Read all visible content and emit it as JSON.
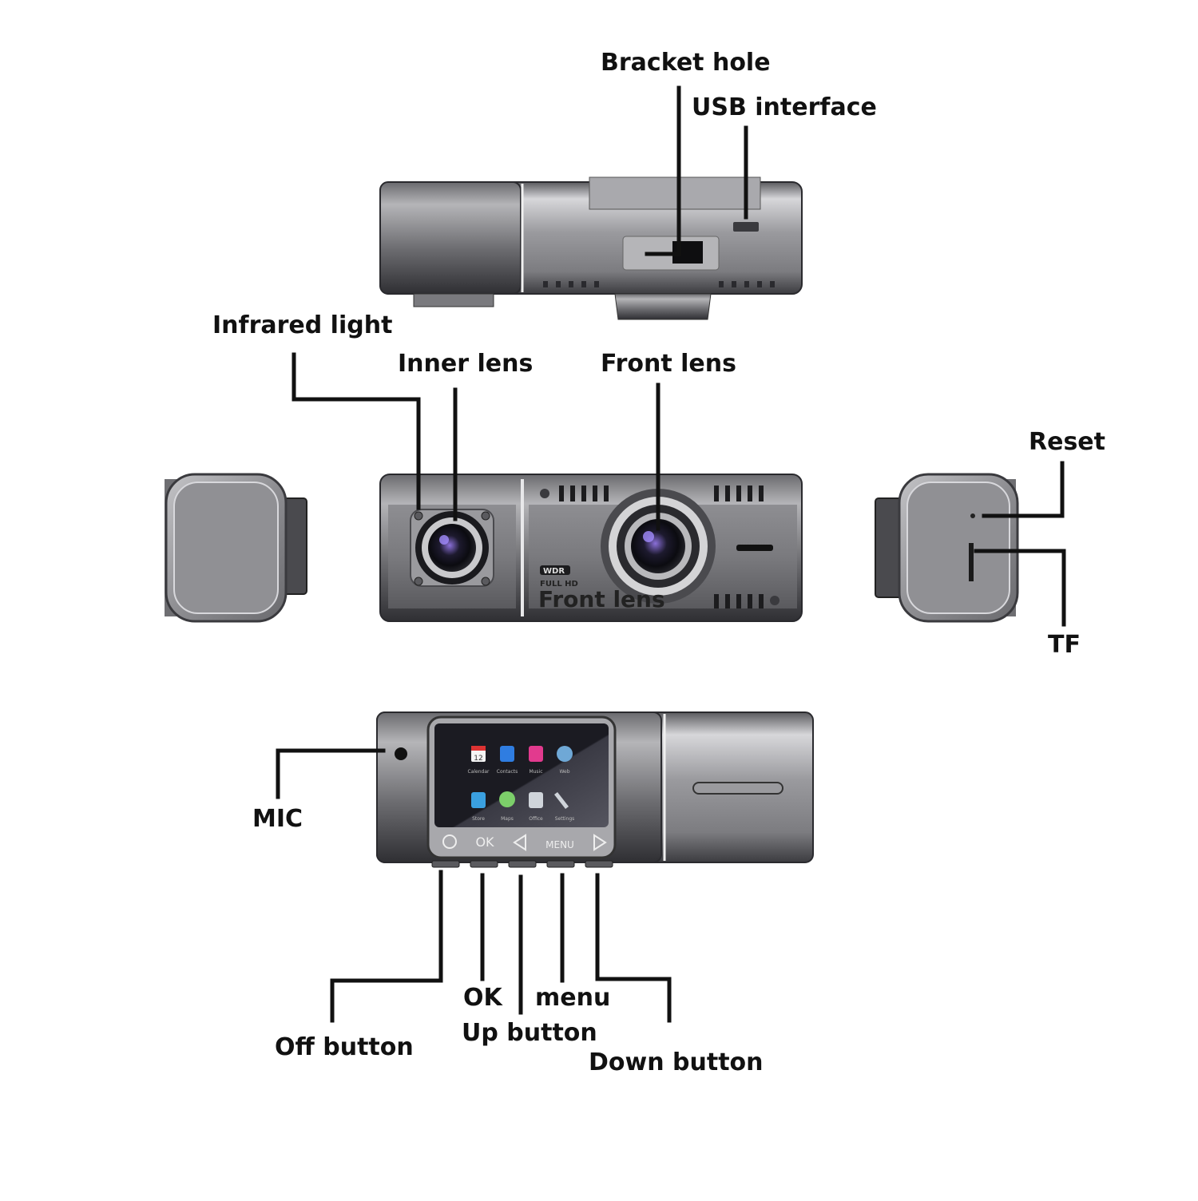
{
  "labels": {
    "bracket_hole": "Bracket hole",
    "usb_interface": "USB interface",
    "infrared_light": "Infrared light",
    "inner_lens": "Inner lens",
    "front_lens": "Front lens",
    "reset": "Reset",
    "tf": "TF",
    "mic": "MIC",
    "ok": "OK",
    "menu": "menu",
    "off_button": "Off button",
    "up_button": "Up button",
    "down_button": "Down button"
  },
  "device_print": {
    "wdr": "WDR",
    "full_hd": "FULL HD",
    "front_panel_caption": "Front lens"
  },
  "screen_buttons": {
    "ok": "OK",
    "menu": "MENU"
  },
  "screen_apps": [
    "Calendar",
    "Contacts",
    "Music",
    "Web",
    "Store",
    "Maps",
    "Office",
    "Settings"
  ],
  "calendar_day": "12",
  "colors": {
    "body_dark": "#3f3f43",
    "body_mid": "#8a8a8e",
    "body_light": "#c9c9cc",
    "line": "#111111",
    "screen": "#1a1a1e"
  }
}
